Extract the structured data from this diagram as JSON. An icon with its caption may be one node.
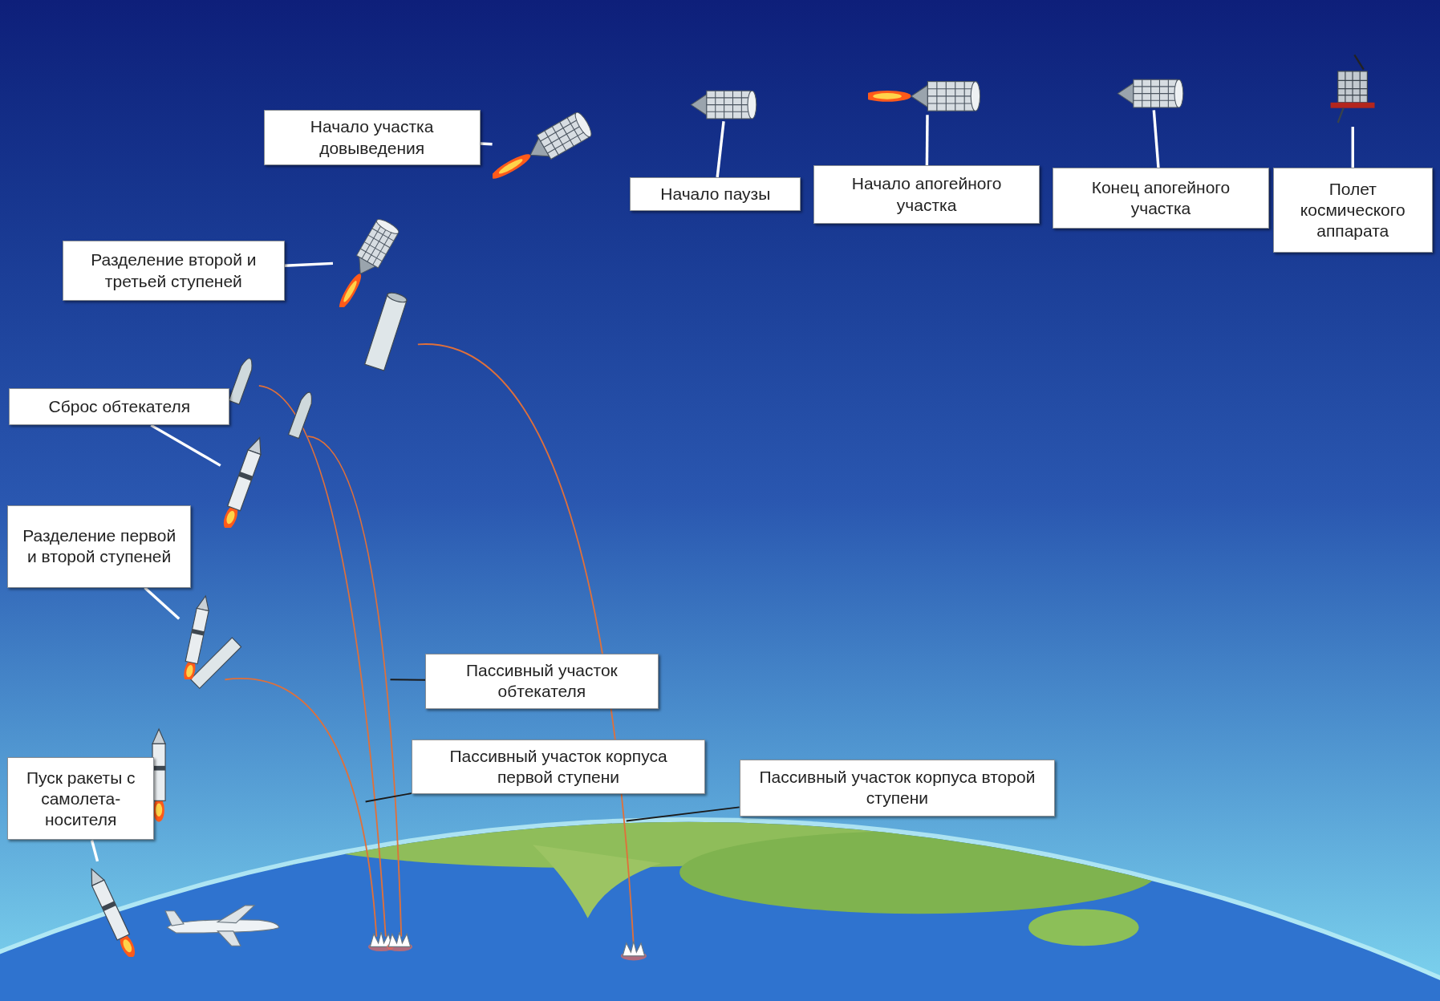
{
  "diagram": {
    "nodes": [
      {
        "text": [
          "Начало участка довыведения"
        ]
      },
      {
        "text": [
          "Начало паузы"
        ]
      },
      {
        "text": [
          "Начало апогейного участка"
        ]
      },
      {
        "text": [
          "Конец апогейного участка"
        ]
      },
      {
        "text": [
          "Полет космического аппарата"
        ]
      },
      {
        "text": [
          "Разделение второй и третьей ступеней"
        ]
      },
      {
        "text": [
          "Сброс обтекателя"
        ]
      },
      {
        "text": [
          "Разделение первой и второй ступеней"
        ]
      },
      {
        "text": [
          "Пассивный участок обтекателя"
        ]
      },
      {
        "text": [
          "Пассивный участок корпуса первой ступени"
        ]
      },
      {
        "text": [
          "Пуск ракеты с самолета-носителя"
        ]
      },
      {
        "text": [
          "Пассивный участок корпуса второй ступени"
        ]
      },
      {
        "text": [],
        "shape": "picture"
      },
      {
        "text": [],
        "shape": "picture"
      },
      {
        "text": [],
        "shape": "picture"
      },
      {
        "text": [],
        "shape": "picture"
      },
      {
        "text": [],
        "shape": "picture"
      },
      {
        "text": [],
        "shape": "picture"
      },
      {
        "text": [],
        "shape": "picture"
      },
      {
        "text": [],
        "shape": "picture"
      },
      {
        "text": [],
        "shape": "picture"
      }
    ],
    "edges": [
      {
        "from": 0,
        "to": 12,
        "arrow": "none"
      },
      {
        "from": 1,
        "to": 13,
        "arrow": "none"
      },
      {
        "from": 2,
        "to": 14,
        "arrow": "none"
      },
      {
        "from": 3,
        "to": 15,
        "arrow": "none"
      },
      {
        "from": 4,
        "to": 16,
        "arrow": "none"
      },
      {
        "from": 5,
        "to": 17,
        "arrow": "none"
      },
      {
        "from": 6,
        "to": 18,
        "arrow": "none"
      },
      {
        "from": 7,
        "to": 19,
        "arrow": "none"
      },
      {
        "from": 8,
        "to": null,
        "arrow": "none",
        "color": "#1a1a1a"
      },
      {
        "from": 9,
        "to": null,
        "arrow": "none",
        "color": "#1a1a1a"
      },
      {
        "from": 10,
        "to": 20,
        "arrow": "none"
      },
      {
        "from": 11,
        "to": null,
        "arrow": "none",
        "color": "#1a1a1a"
      }
    ]
  }
}
